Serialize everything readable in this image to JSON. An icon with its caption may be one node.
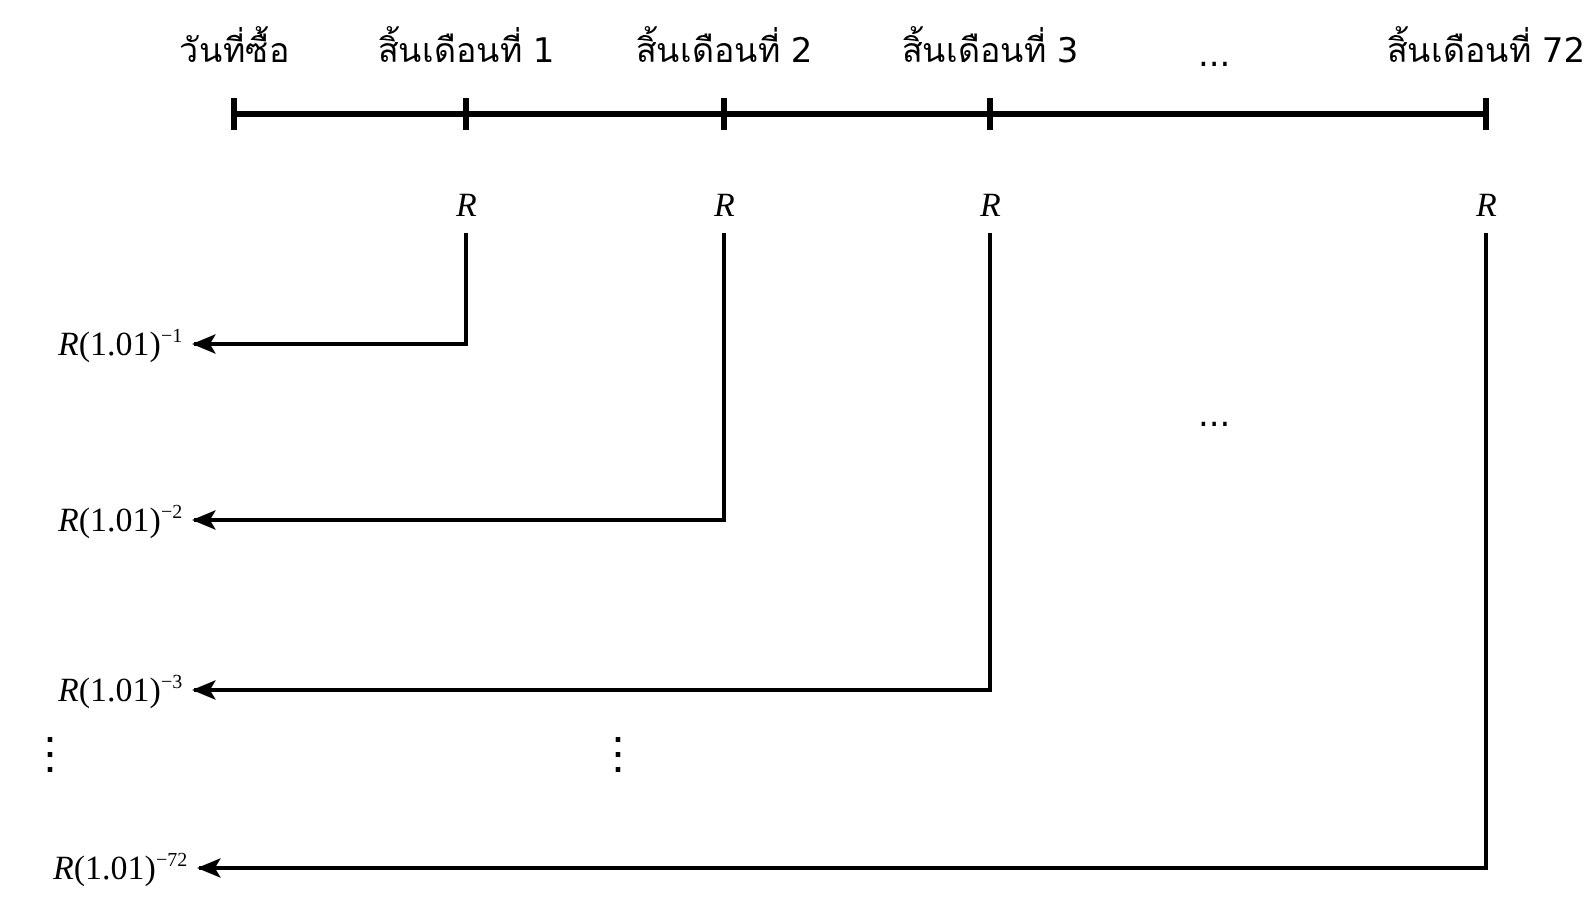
{
  "diagram": {
    "nodes": [
      {
        "text": [
          "*R*"
        ]
      },
      {
        "text": [
          "*R*"
        ]
      },
      {
        "text": [
          "*R*"
        ]
      },
      {
        "text": [
          "*R*"
        ]
      },
      {
        "text": [
          "*R*(1.01)$^{−1}$"
        ]
      },
      {
        "text": [
          "*R*(1.01)$^{−2}$"
        ]
      },
      {
        "text": [
          "*R*(1.01)$^{−3}$"
        ]
      },
      {
        "text": [
          "*R*(1.01)$^{−72}$"
        ]
      }
    ],
    "edges": [
      {
        "from": 0,
        "to": 4,
        "arrow": "to"
      },
      {
        "from": 1,
        "to": 5,
        "arrow": "to"
      },
      {
        "from": 2,
        "to": 6,
        "arrow": "to"
      },
      {
        "from": 3,
        "to": 7,
        "arrow": "to"
      }
    ],
    "labels": [
      "วันที่ซื้อ",
      "สิ้นเดือนที่ 1",
      "สิ้นเดือนที่ 2",
      "สิ้นเดือนที่ 3",
      "...",
      "สิ้นเดือนที่ 72",
      "...",
      "⋮",
      "⋮"
    ]
  }
}
